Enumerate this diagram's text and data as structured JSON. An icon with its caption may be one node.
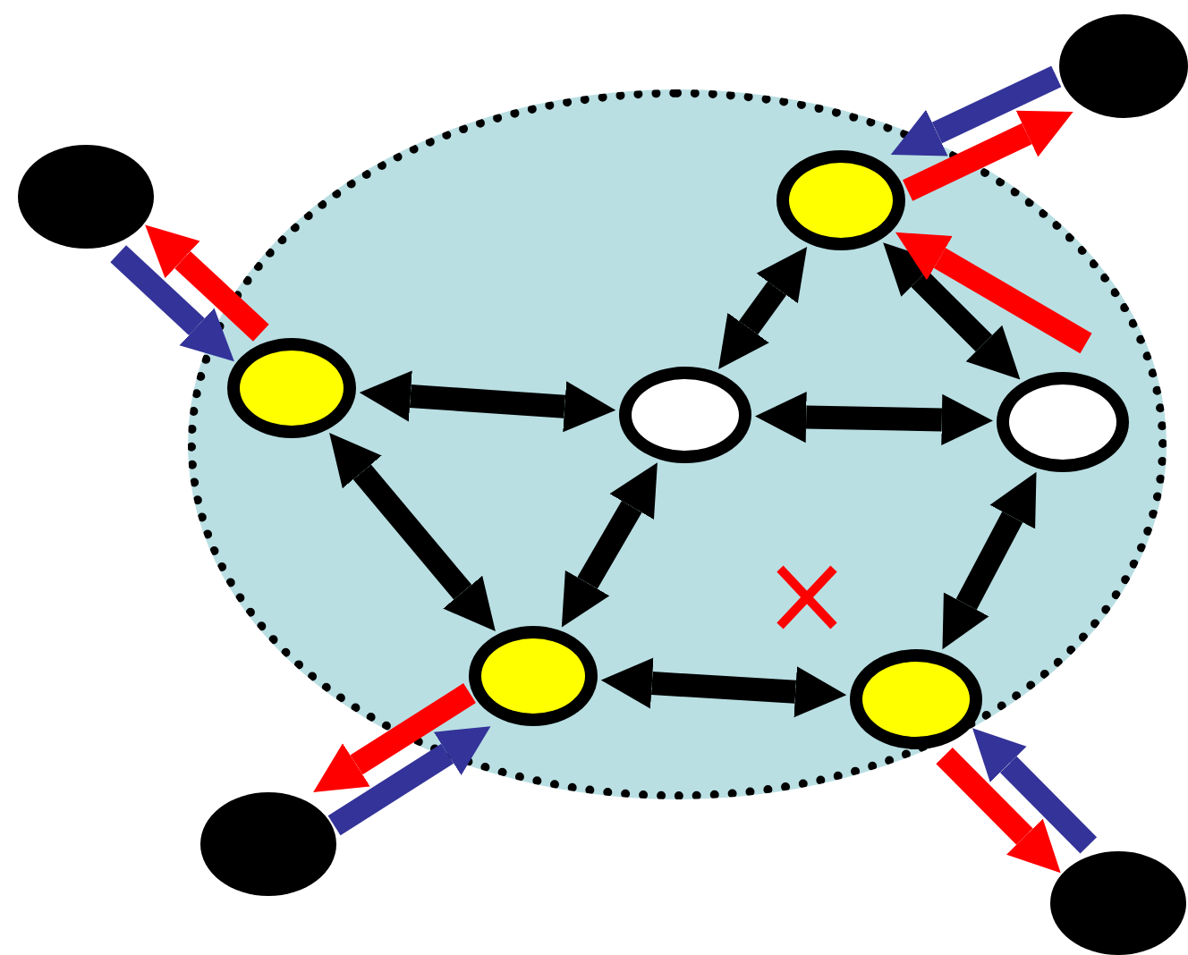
{
  "diagram": {
    "nodes": [
      {
        "text": [],
        "shape": "ellipse"
      },
      {
        "text": [],
        "shape": "circle"
      },
      {
        "text": [],
        "shape": "circle"
      },
      {
        "text": [],
        "shape": "circle",
        "in": 0
      },
      {
        "text": [],
        "shape": "circle",
        "in": 0
      },
      {
        "text": [],
        "shape": "circle",
        "in": 0
      },
      {
        "text": [],
        "shape": "circle",
        "in": 0
      },
      {
        "text": [],
        "shape": "circle",
        "in": 0
      },
      {
        "text": [],
        "shape": "circle",
        "in": 0
      },
      {
        "text": [],
        "shape": "circle"
      },
      {
        "text": [],
        "shape": "circle"
      }
    ],
    "edges": [
      {
        "from": 4,
        "to": 5,
        "arrow": "both"
      },
      {
        "from": 4,
        "to": 7,
        "arrow": "both"
      },
      {
        "from": 5,
        "to": 7,
        "arrow": "both"
      },
      {
        "from": 5,
        "to": 3,
        "arrow": "both"
      },
      {
        "from": 5,
        "to": 6,
        "arrow": "both"
      },
      {
        "from": 3,
        "to": 6,
        "arrow": "both"
      },
      {
        "from": 6,
        "to": 8,
        "arrow": "both"
      },
      {
        "from": 7,
        "to": 8,
        "arrow": "both"
      },
      {
        "from": 3,
        "to": 1,
        "arrow": "to",
        "color": "#ff0000"
      },
      {
        "from": 1,
        "to": 3,
        "arrow": "to",
        "color": "#333399"
      },
      {
        "from": null,
        "to": 3,
        "arrow": "to",
        "color": "#ff0000"
      },
      {
        "from": 4,
        "to": 2,
        "arrow": "to",
        "color": "#ff0000"
      },
      {
        "from": 2,
        "to": 4,
        "arrow": "to",
        "color": "#333399"
      },
      {
        "from": 7,
        "to": 9,
        "arrow": "to",
        "color": "#ff0000"
      },
      {
        "from": 9,
        "to": 7,
        "arrow": "to",
        "color": "#333399"
      },
      {
        "from": 8,
        "to": 10,
        "arrow": "to",
        "color": "#ff0000"
      },
      {
        "from": 10,
        "to": 8,
        "arrow": "to",
        "color": "#333399"
      }
    ]
  }
}
